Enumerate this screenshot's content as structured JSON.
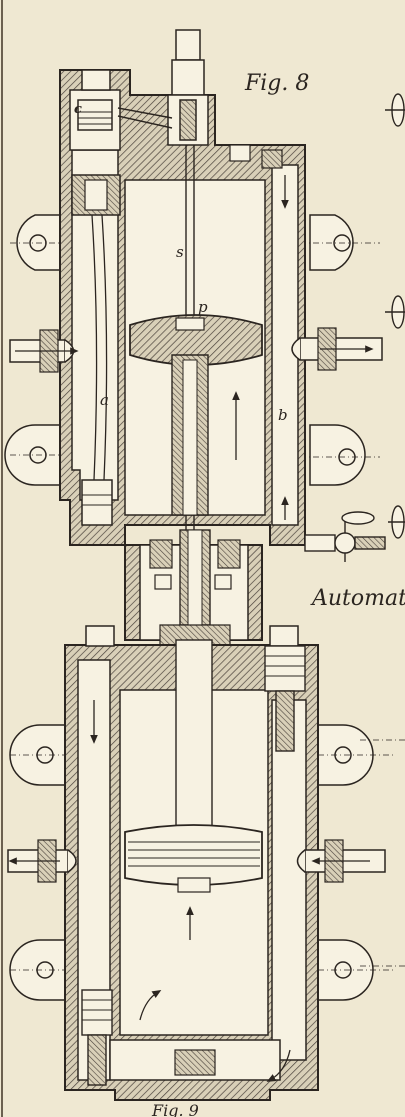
{
  "figure": {
    "title": "Fig. 8",
    "caption_partial": "Automat",
    "bottom_caption_partial": "Fig. 9"
  },
  "labels": {
    "c": "c",
    "s": "s",
    "p": "p",
    "a": "a",
    "b": "b"
  },
  "colors": {
    "paper": "#efe8d2",
    "ink": "#2b2520",
    "hatch": "#5a5048",
    "cavity": "#f7f2e2"
  }
}
